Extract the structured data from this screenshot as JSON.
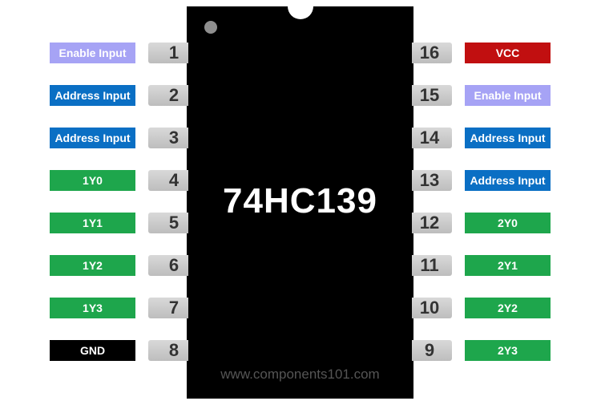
{
  "chip": {
    "name": "74HC139",
    "watermark": "www.components101.com"
  },
  "colors": {
    "enable": "#a6a3f5",
    "address": "#0a6fc4",
    "output": "#1ea64c",
    "vcc": "#c10f10",
    "gnd": "#000000"
  },
  "left_pins": [
    {
      "number": "1",
      "label": "Enable Input",
      "kind": "enable"
    },
    {
      "number": "2",
      "label": "Address Input",
      "kind": "address"
    },
    {
      "number": "3",
      "label": "Address Input",
      "kind": "address"
    },
    {
      "number": "4",
      "label": "1Y0",
      "kind": "output"
    },
    {
      "number": "5",
      "label": "1Y1",
      "kind": "output"
    },
    {
      "number": "6",
      "label": "1Y2",
      "kind": "output"
    },
    {
      "number": "7",
      "label": "1Y3",
      "kind": "output"
    },
    {
      "number": "8",
      "label": "GND",
      "kind": "gnd"
    }
  ],
  "right_pins": [
    {
      "number": "16",
      "label": "VCC",
      "kind": "vcc"
    },
    {
      "number": "15",
      "label": "Enable Input",
      "kind": "enable"
    },
    {
      "number": "14",
      "label": "Address Input",
      "kind": "address"
    },
    {
      "number": "13",
      "label": "Address Input",
      "kind": "address"
    },
    {
      "number": "12",
      "label": "2Y0",
      "kind": "output"
    },
    {
      "number": "11",
      "label": "2Y1",
      "kind": "output"
    },
    {
      "number": "10",
      "label": "2Y2",
      "kind": "output"
    },
    {
      "number": "9",
      "label": "2Y3",
      "kind": "output"
    }
  ]
}
